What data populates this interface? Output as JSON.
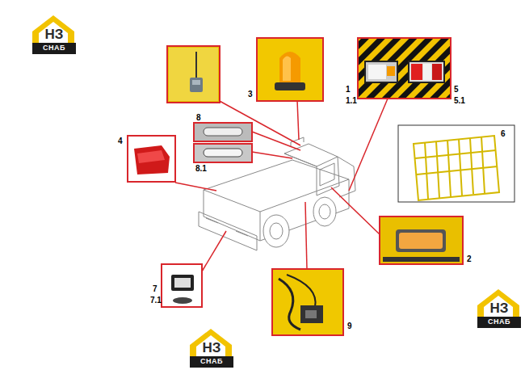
{
  "diagram": {
    "labels": [
      "НЗ",
      "СНАБ",
      "8",
      "3",
      "1",
      "1.1",
      "5",
      "5.1",
      "6",
      "4",
      "8.1",
      "2",
      "7",
      "7.1",
      "9",
      "НЗ",
      "СНАБ",
      "НЗ",
      "СНАБ"
    ]
  }
}
